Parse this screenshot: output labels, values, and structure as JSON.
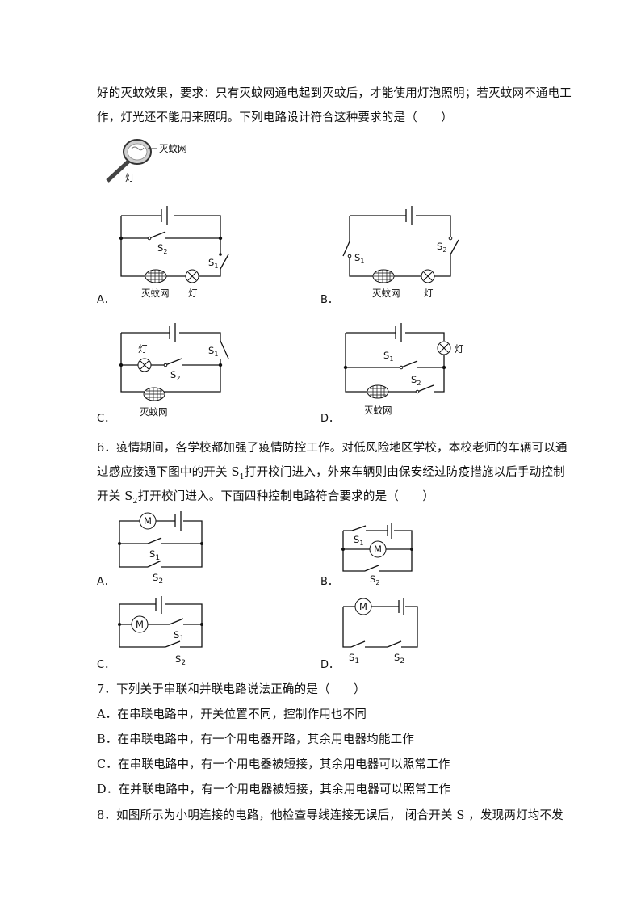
{
  "q5": {
    "line1": "好的灭蚊效果，要求：只有灭蚊网通电起到灭蚊后，才能使用灯泡照明；若灭蚊网不通电工",
    "line2": "作，灯光还不能用来照明。下列电路设计符合这种要求的是（　　）",
    "racket_net_label": "灭蚊网",
    "racket_lamp_label": "灯",
    "options": [
      "A．",
      "B．",
      "C．",
      "D．"
    ],
    "label_net": "灭蚊网",
    "label_lamp": "灯"
  },
  "q6": {
    "line1": "6．疫情期间，各学校都加强了疫情防控工作。对低风险地区学校，本校老师的车辆可以通",
    "line2": "过感应接通下图中的开关 S",
    "line2_sub": "1",
    "line2_rest": "打开校门进入，外来车辆则由保安经过防疫措施以后手动控制",
    "line3": "开关 S",
    "line3_sub": "2",
    "line3_rest": "打开校门进入。下面四种控制电路符合要求的是（　　）",
    "options": [
      "A．",
      "B．",
      "C．",
      "D．"
    ],
    "motor_label": "M"
  },
  "q7": {
    "stem": "7．下列关于串联和并联电路说法正确的是（　　）",
    "choices": [
      "A．在串联电路中，开关位置不同，控制作用也不同",
      "B．在串联电路中，有一个用电器开路，其余用电器均能工作",
      "C．在串联电路中，有一个用电器被短接，其余用电器可以照常工作",
      "D．在并联电路中，有一个用电器被短接，其余用电器可以照常工作"
    ]
  },
  "q8": {
    "stem": "8．如图所示为小明连接的电路，他检查导线连接无误后，  闭合开关  S  ，发现两灯均不发"
  },
  "switch_names": [
    "S1",
    "S2"
  ]
}
